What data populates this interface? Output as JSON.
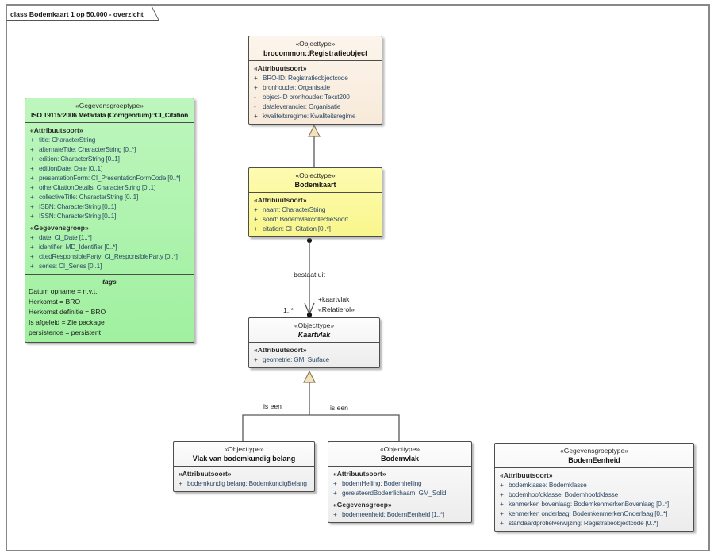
{
  "frame": {
    "title": "class Bodemkaart 1 op 50.000 - overzicht"
  },
  "colors": {
    "box_beige": "#F9EEDE",
    "box_yellow": "#FBF99B",
    "box_green": "#A9F3A9",
    "box_neutral": "#F2F2F2",
    "triangle_fill": "#F2E2C0",
    "connector_line": "#54585C",
    "attribute_text": "#2E4A66",
    "frame_border": "#888888"
  },
  "boxes": {
    "registratieobject": {
      "stereotype": "«Objecttype»",
      "name": "brocommon::Registratieobject",
      "groups": [
        {
          "label": "«Attribuutsoort»",
          "rows": [
            {
              "vis": "+",
              "text": "BRO-ID: Registratieobjectcode"
            },
            {
              "vis": "+",
              "text": "bronhouder: Organisatie"
            },
            {
              "vis": "-",
              "text": "object-ID bronhouder: Tekst200"
            },
            {
              "vis": "-",
              "text": "dataleverancier: Organisatie"
            },
            {
              "vis": "+",
              "text": "kwaliteitsregime: Kwaliteitsregime"
            }
          ]
        }
      ]
    },
    "ci_citation": {
      "stereotype": "«Gegevensgroeptype»",
      "name": "ISO 19115:2006 Metadata (Corrigendum)::CI_Citation",
      "groups": [
        {
          "label": "«Attribuutsoort»",
          "rows": [
            {
              "vis": "+",
              "text": "title: CharacterString"
            },
            {
              "vis": "+",
              "text": "alternateTitle: CharacterString [0..*]"
            },
            {
              "vis": "+",
              "text": "edition: CharacterString [0..1]"
            },
            {
              "vis": "+",
              "text": "editionDate: Date [0..1]"
            },
            {
              "vis": "+",
              "text": "presentationForm: CI_PresentationFormCode [0..*]"
            },
            {
              "vis": "+",
              "text": "otherCitationDetails: CharacterString [0..1]"
            },
            {
              "vis": "+",
              "text": "collectiveTitle: CharacterString [0..1]"
            },
            {
              "vis": "+",
              "text": "ISBN: CharacterString [0..1]"
            },
            {
              "vis": "+",
              "text": "ISSN: CharacterString [0..1]"
            }
          ]
        },
        {
          "label": "«Gegevensgroep»",
          "rows": [
            {
              "vis": "+",
              "text": "date: CI_Date [1..*]"
            },
            {
              "vis": "+",
              "text": "identifier: MD_Identifier [0..*]"
            },
            {
              "vis": "+",
              "text": "citedResponsibleParty: CI_ResponsibleParty [0..*]"
            },
            {
              "vis": "+",
              "text": "series: CI_Series [0..1]"
            }
          ]
        }
      ],
      "tags": {
        "label": "tags",
        "lines": [
          "Datum opname = n.v.t.",
          "Herkomst = BRO",
          "Herkomst definitie = BRO",
          "Is afgeleid = Zie package",
          "persistence = persistent"
        ]
      }
    },
    "bodemkaart": {
      "stereotype": "«Objecttype»",
      "name": "Bodemkaart",
      "groups": [
        {
          "label": "«Attribuutsoort»",
          "rows": [
            {
              "vis": "+",
              "text": "naam: CharacterString"
            },
            {
              "vis": "+",
              "text": "soort: BodemvlakcollectieSoort"
            },
            {
              "vis": "+",
              "text": "citation: CI_Citation [0..*]"
            }
          ]
        }
      ]
    },
    "kaartvlak": {
      "stereotype": "«Objecttype»",
      "name": "Kaartvlak",
      "groups": [
        {
          "label": "«Attribuutsoort»",
          "rows": [
            {
              "vis": "+",
              "text": "geometrie: GM_Surface"
            }
          ]
        }
      ]
    },
    "vlak_van_bodemkundig_belang": {
      "stereotype": "«Objecttype»",
      "name": "Vlak van bodemkundig belang",
      "groups": [
        {
          "label": "«Attribuutsoort»",
          "rows": [
            {
              "vis": "+",
              "text": "bodemkundig belang: BodemkundigBelang"
            }
          ]
        }
      ]
    },
    "bodemvlak": {
      "stereotype": "«Objecttype»",
      "name": "Bodemvlak",
      "groups": [
        {
          "label": "«Attribuutsoort»",
          "rows": [
            {
              "vis": "+",
              "text": "bodemHelling: Bodemhelling"
            },
            {
              "vis": "+",
              "text": "gerelateerdBodemlichaam: GM_Solid"
            }
          ]
        },
        {
          "label": "«Gegevensgroep»",
          "rows": [
            {
              "vis": "+",
              "text": "bodemeenheid: BodemEenheid [1..*]"
            }
          ]
        }
      ]
    },
    "bodemeenheid": {
      "stereotype": "«Gegevensgroeptype»",
      "name": "BodemEenheid",
      "groups": [
        {
          "label": "«Attribuutsoort»",
          "rows": [
            {
              "vis": "+",
              "text": "bodemklasse: Bodemklasse"
            },
            {
              "vis": "+",
              "text": "bodemhoofdklasse: Bodemhoofdklasse"
            },
            {
              "vis": "+",
              "text": "kenmerken bovenlaag: BodemkenmerkenBovenlaag [0..*]"
            },
            {
              "vis": "+",
              "text": "kenmerken onderlaag: BodemkenmerkenOnderlaag [0..*]"
            },
            {
              "vis": "+",
              "text": "standaardprofielverwijzing: Registratieobjectcode [0..*]"
            }
          ]
        }
      ]
    }
  },
  "edges": {
    "composition": {
      "label": "bestaat uit",
      "multiplicity": "1..*",
      "role": "+kaartvlak",
      "role_stereotype": "«Relatierol»"
    },
    "generalization_left_label": "is een",
    "generalization_right_label": "is een"
  }
}
